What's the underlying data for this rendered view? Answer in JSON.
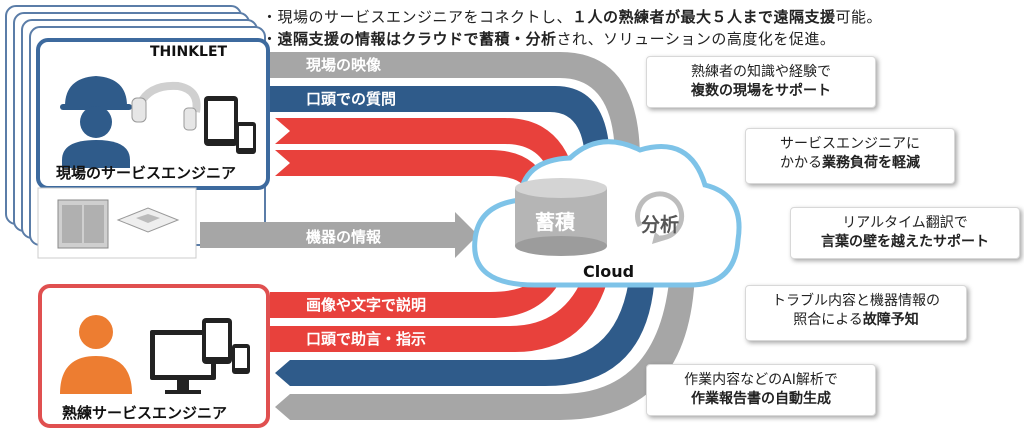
{
  "bullets": [
    {
      "prefix": "・現場のサービスエンジニアをコネクトし、",
      "bold": "１人の熟練者が最大５人まで遠隔支援",
      "suffix": "可能。"
    },
    {
      "prefix": "・",
      "bold": "遠隔支援の情報はクラウドで蓄積・分析",
      "suffix": "され、ソリューションの高度化を促進。"
    }
  ],
  "field_box": {
    "product": "THINKLET",
    "label": "現場のサービスエンジニア"
  },
  "expert_box": {
    "label": "熟練サービスエンジニア"
  },
  "arrows": {
    "site_video": "現場の映像",
    "verbal_question": "口頭での質問",
    "device_info": "機器の情報",
    "explain_image_text": "画像や文字で説明",
    "verbal_advice": "口頭で助言・指示"
  },
  "cloud": {
    "store": "蓄積",
    "analyze": "分析",
    "label": "Cloud"
  },
  "cards": [
    {
      "line1": "熟練者の知識や経験で",
      "bold": "複数の現場をサポート",
      "tail": ""
    },
    {
      "line1": "サービスエンジニアに",
      "pre": "かかる",
      "bold": "業務負荷を軽減",
      "tail": ""
    },
    {
      "line1": "リアルタイム翻訳で",
      "bold": "言葉の壁を越えたサポート",
      "tail": ""
    },
    {
      "line1": "トラブル内容と機器情報の",
      "pre": "照合による",
      "bold": "故障予知",
      "tail": ""
    },
    {
      "line1": "作業内容などのAI解析で",
      "bold": "作業報告書の自動生成",
      "tail": ""
    }
  ],
  "colors": {
    "gray": "#a6a6a6",
    "blue": "#2f5b8a",
    "red": "#e8413c",
    "cloud_border": "#7ec3e8",
    "field_border": "#3d6a9e",
    "expert_border": "#e05050"
  }
}
